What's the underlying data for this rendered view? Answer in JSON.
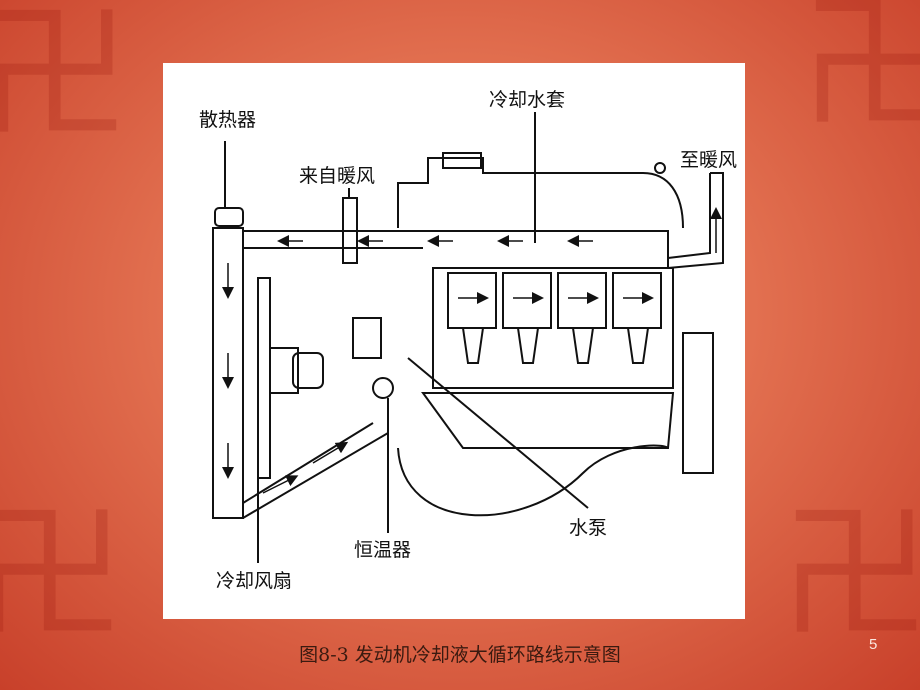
{
  "labels": {
    "radiator": "散热器",
    "from_heater": "来自暖风",
    "water_jacket": "冷却水套",
    "to_heater": "至暖风",
    "water_pump": "水泵",
    "thermostat": "恒温器",
    "cooling_fan": "冷却风扇"
  },
  "caption": "图8-3  发动机冷却液大循环路线示意图",
  "page_number": "5",
  "colors": {
    "background": "#e27050",
    "panel": "#ffffff",
    "line": "#111111"
  }
}
